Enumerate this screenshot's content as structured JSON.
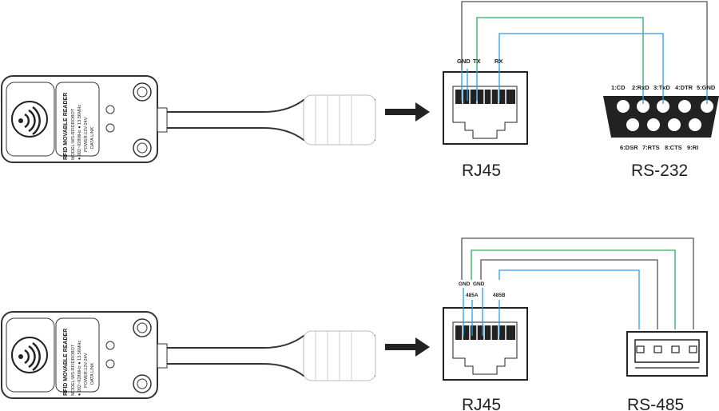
{
  "reader": {
    "line1": "RFID MOVABLE READER",
    "line2": "MODEL:WS-RFIDROBOT",
    "line3": "● 902~928MHz   ● 13.56MHz",
    "line4": "POWER:12V-24V",
    "line5": "DATA    LINK"
  },
  "top": {
    "rj45_label": "RJ45",
    "target_label": "RS-232",
    "rj_pins": [
      "GND",
      "TX",
      "RX"
    ],
    "db9_top": [
      "1:CD",
      "2:RxD",
      "3:TxD",
      "4:DTR",
      "5:GND"
    ],
    "db9_bottom": [
      "6:DSR",
      "7:RTS",
      "8:CTS",
      "9:RI"
    ]
  },
  "bottom": {
    "rj45_label": "RJ45",
    "target_label": "RS-485",
    "rj_pins": [
      "GND",
      "GND",
      "485A",
      "485B"
    ]
  },
  "colors": {
    "gnd": "#555555",
    "green": "#22b060",
    "blue": "#2a9ee0"
  }
}
